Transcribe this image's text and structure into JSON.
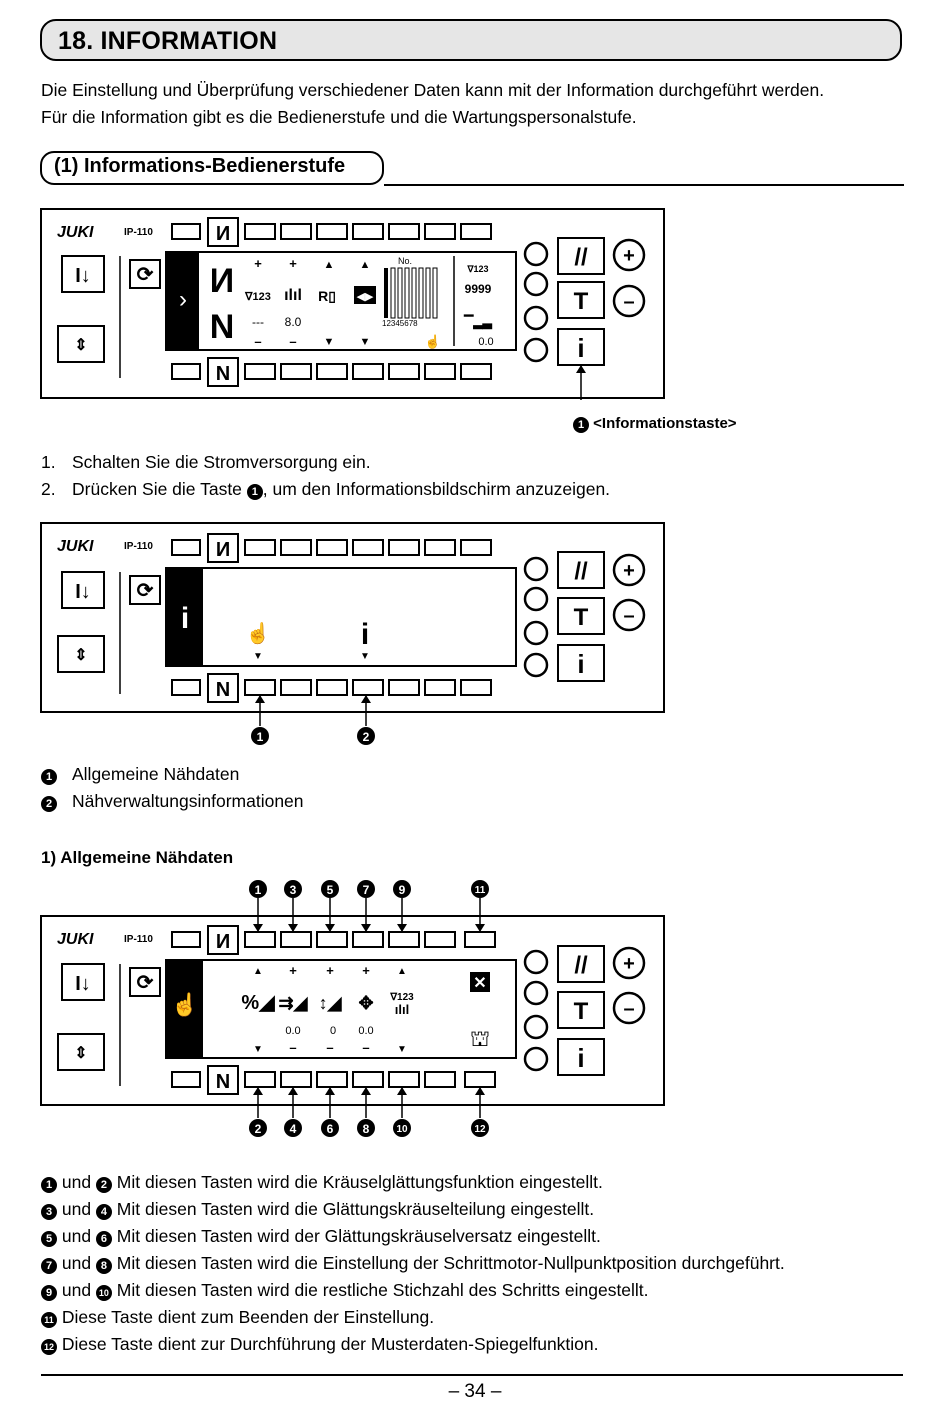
{
  "header": {
    "title": "18. INFORMATION"
  },
  "intro": [
    "Die Einstellung und Überprüfung verschiedener Daten kann mit der Information durchgeführt werden.",
    "Für die Information gibt es die Bedienerstufe und die Wartungspersonalstufe."
  ],
  "section": {
    "title": "(1) Informations-Bedienerstufe"
  },
  "panel_common": {
    "brand": "JUKI",
    "model": "IP-110"
  },
  "panel1": {
    "values": {
      "a": "---",
      "b": "8.0",
      "count": "9999",
      "c": "0.0"
    },
    "no_label": "No.",
    "digits": "12345678",
    "marker": {
      "num": "1",
      "label": "<Informationstaste>"
    }
  },
  "steps": [
    {
      "num": "1.",
      "text": "Schalten Sie die Stromversorgung ein."
    },
    {
      "num": "2.",
      "pre": "Drücken Sie die Taste ",
      "marker": "1",
      "post": ", um den Informationsbildschirm anzuzeigen."
    }
  ],
  "panel2": {
    "markers": [
      "1",
      "2"
    ]
  },
  "legend2": [
    {
      "num": "1",
      "text": "Allgemeine Nähdaten"
    },
    {
      "num": "2",
      "text": "Nähverwaltungsinformationen"
    }
  ],
  "subsection": {
    "title": "1) Allgemeine Nähdaten"
  },
  "panel3": {
    "values": [
      "0.0",
      "0",
      "0.0"
    ],
    "top_markers": [
      "1",
      "3",
      "5",
      "7",
      "9",
      "11"
    ],
    "bottom_markers": [
      "2",
      "4",
      "6",
      "8",
      "10",
      "12"
    ]
  },
  "descriptions": [
    {
      "a": "1",
      "conj": " und ",
      "b": "2",
      "text": " Mit diesen Tasten wird die Kräuselglättungsfunktion eingestellt."
    },
    {
      "a": "3",
      "conj": " und ",
      "b": "4",
      "text": " Mit diesen Tasten wird die Glättungskräuselteilung eingestellt."
    },
    {
      "a": "5",
      "conj": " und ",
      "b": "6",
      "text": " Mit diesen Tasten wird der Glättungskräuselversatz eingestellt."
    },
    {
      "a": "7",
      "conj": " und ",
      "b": "8",
      "text": " Mit diesen Tasten wird die Einstellung der Schrittmotor-Nullpunktposition durchgeführt."
    },
    {
      "a": "9",
      "conj": " und ",
      "b": "10",
      "text": " Mit diesen Tasten wird die restliche Stichzahl des Schritts eingestellt."
    },
    {
      "a": "11",
      "text": " Diese Taste dient zum Beenden der Einstellung."
    },
    {
      "a": "12",
      "text": " Diese Taste dient zur Durchführung der Musterdaten-Spiegelfunktion."
    }
  ],
  "footer": {
    "page": "– 34 –"
  }
}
